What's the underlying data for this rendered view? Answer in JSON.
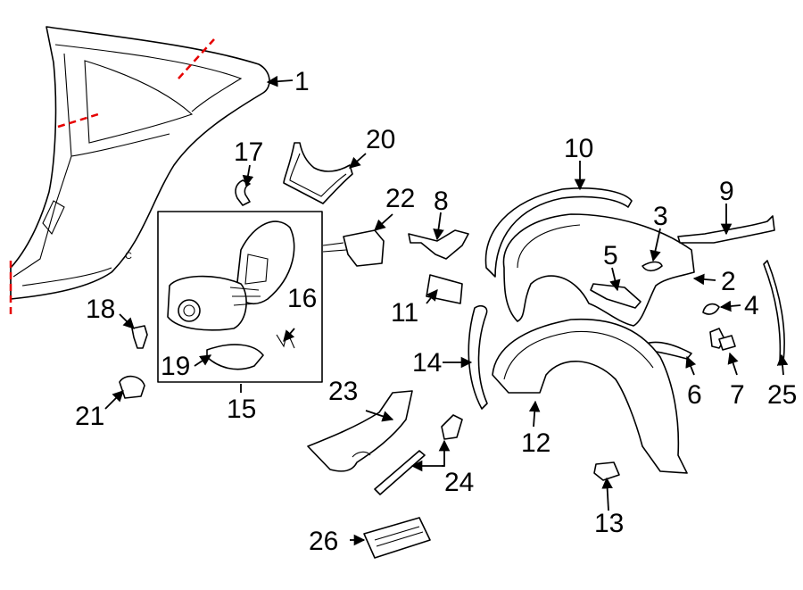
{
  "callouts": {
    "c1": "1",
    "c2": "2",
    "c3": "3",
    "c4": "4",
    "c5": "5",
    "c6": "6",
    "c7": "7",
    "c8": "8",
    "c9": "9",
    "c10": "10",
    "c11": "11",
    "c12": "12",
    "c13": "13",
    "c14": "14",
    "c15": "15",
    "c16": "16",
    "c17": "17",
    "c18": "18",
    "c19": "19",
    "c20": "20",
    "c21": "21",
    "c22": "22",
    "c23": "23",
    "c24": "24",
    "c25": "25",
    "c26": "26"
  },
  "panel_mark": "C",
  "colors": {
    "line": "#000000",
    "cut_line": "#e60000",
    "background": "#ffffff"
  }
}
